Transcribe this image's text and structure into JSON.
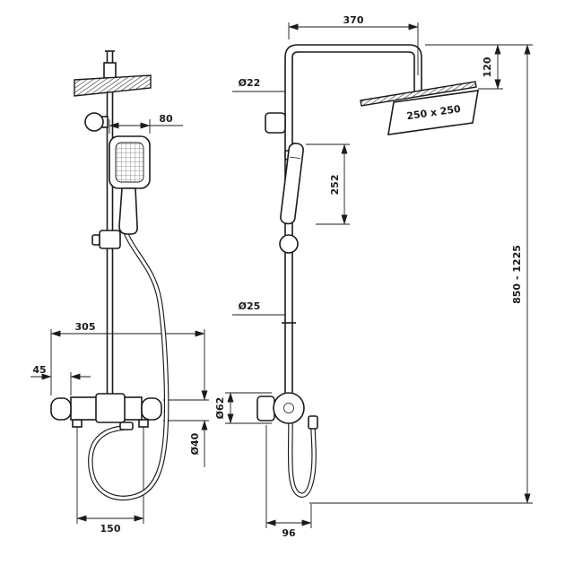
{
  "colors": {
    "line": "#1b1b1b",
    "background": "#ffffff"
  },
  "front_view": {
    "dims": {
      "hand_shower_width": "80",
      "mixer_width": "305",
      "handle_length": "45",
      "outlet_diameter": "Ø40",
      "connection_spacing": "150"
    }
  },
  "side_view": {
    "dims": {
      "arm_reach": "370",
      "head_drop": "120",
      "pipe_diameter_upper": "Ø22",
      "head_size": "250 x 250",
      "hand_shower_length": "252",
      "column_height_range": "850 - 1225",
      "pipe_diameter_lower": "Ø25",
      "valve_diameter": "Ø62",
      "hose_offset": "96"
    }
  }
}
